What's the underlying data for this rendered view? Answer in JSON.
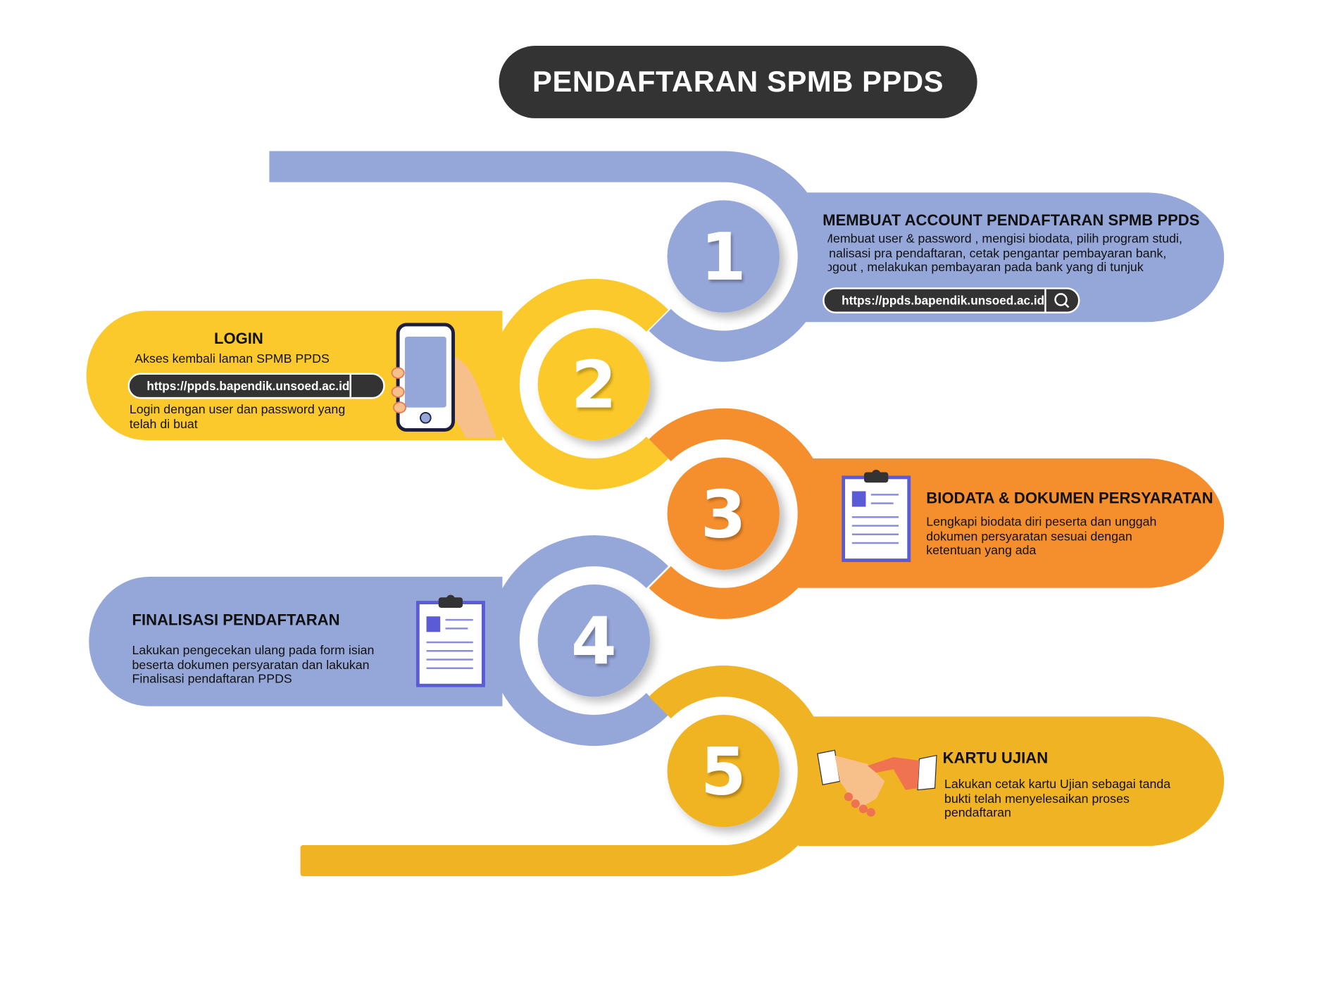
{
  "title": "PENDAFTARAN SPMB PPDS",
  "colors": {
    "blue": "#95a6d9",
    "yellow": "#fbc92c",
    "orange": "#f58f2e",
    "gold": "#f0b323",
    "dark": "#333333"
  },
  "steps": [
    {
      "number": "1",
      "title": "MEMBUAT ACCOUNT PENDAFTARAN SPMB PPDS",
      "text": "Membuat  user & password , mengisi biodata, pilih program studi, finalisasi pra pendaftaran, cetak pengantar pembayaran bank, logout , melakukan pembayaran pada bank yang di tunjuk",
      "url": "https://ppds.bapendik.unsoed.ac.id",
      "icon": "search-icon"
    },
    {
      "number": "2",
      "title": "LOGIN",
      "subtitle": "Akses kembali laman SPMB PPDS",
      "url": "https://ppds.bapendik.unsoed.ac.id",
      "text": "Login dengan user dan password yang telah di buat",
      "icon": "phone-in-hand-icon"
    },
    {
      "number": "3",
      "title": "BIODATA & DOKUMEN PERSYARATAN",
      "text": "Lengkapi biodata diri peserta dan unggah dokumen persyaratan sesuai dengan ketentuan yang ada",
      "icon": "clipboard-icon"
    },
    {
      "number": "4",
      "title": "FINALISASI PENDAFTARAN",
      "text": "Lakukan pengecekan ulang pada form isian beserta dokumen persyaratan dan lakukan Finalisasi pendaftaran PPDS",
      "icon": "clipboard-icon"
    },
    {
      "number": "5",
      "title": "KARTU UJIAN",
      "text": "Lakukan cetak kartu Ujian sebagai tanda bukti telah menyelesaikan proses pendaftaran",
      "icon": "handshake-icon"
    }
  ]
}
